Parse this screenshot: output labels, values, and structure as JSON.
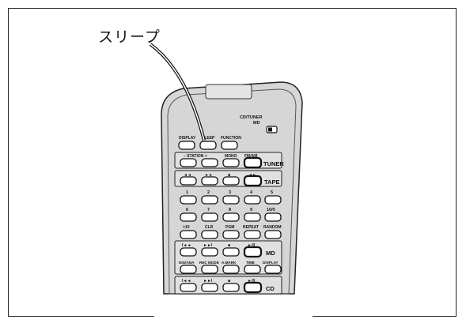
{
  "callout": {
    "text": "スリープ"
  },
  "switch": {
    "line1": "CD/TUNER",
    "line2": "MD"
  },
  "row1": [
    "DISPLAY",
    "SLEEP",
    "FUNCTION"
  ],
  "tuner": {
    "station": "– STATION +",
    "mono": "MONO",
    "fmam": "FM/AM",
    "badge": "TUNER"
  },
  "tape": {
    "symbols": [
      "◄◄",
      "►►",
      "■",
      "◄►"
    ],
    "badge": "TAPE"
  },
  "numbers1": [
    "1",
    "2",
    "3",
    "4",
    "5"
  ],
  "numbers2": [
    "6",
    "7",
    "8",
    "9",
    "10/0"
  ],
  "functions": [
    ">10",
    "CLR",
    "PGM",
    "REPEAT",
    "RANDOM"
  ],
  "md": {
    "symbols": [
      "I◄◄",
      "►►I",
      "■",
      "►/II"
    ],
    "badge": "MD"
  },
  "mdfuncs": [
    "DIG/ANA",
    "REC MODE",
    "A.MARK",
    "TIME",
    "DISPLAY"
  ],
  "cd": {
    "symbols": [
      "I◄◄",
      "►►I",
      "■",
      "►/II"
    ],
    "badge": "CD"
  }
}
